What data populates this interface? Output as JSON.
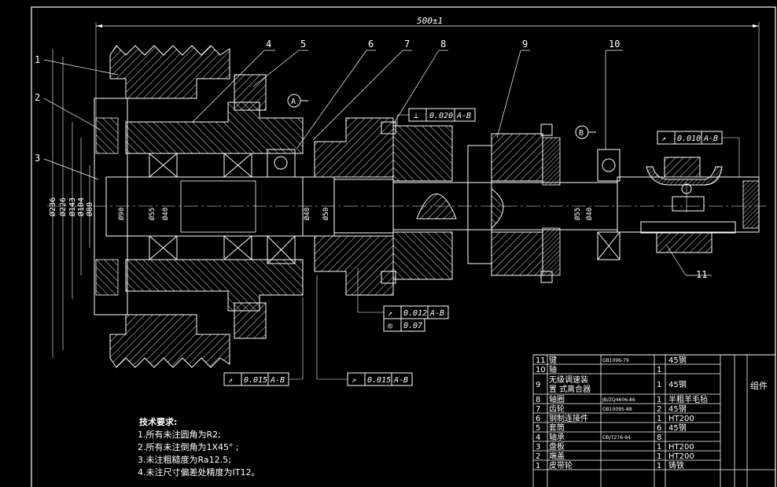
{
  "drawing": {
    "overall_dimension": "500±1",
    "left_diameters": [
      "Ø236",
      "Ø226",
      "Ø143",
      "Ø104",
      "Ø80"
    ],
    "bore_diameters": [
      "Ø90",
      "Ø55",
      "Ø40",
      "Ø40",
      "Ø50",
      "Ø55",
      "Ø40"
    ],
    "datum_a": "A",
    "datum_b": "B",
    "balloons": [
      "1",
      "2",
      "3",
      "4",
      "5",
      "6",
      "7",
      "8",
      "9",
      "10",
      "11"
    ],
    "tolerances": [
      {
        "symbol": "⊥",
        "value": "0.020",
        "datum": "A-B"
      },
      {
        "symbol": "↗",
        "value": "0.010",
        "datum": "A-B"
      },
      {
        "symbol": "↗",
        "value": "0.012",
        "datum": "A-B"
      },
      {
        "symbol": "◎",
        "value": "0.07",
        "datum": ""
      },
      {
        "symbol": "↗",
        "value": "0.015",
        "datum": "A-B"
      },
      {
        "symbol": "↗",
        "value": "0.015",
        "datum": "A-B"
      }
    ]
  },
  "tech_requirements": {
    "title": "技术要求:",
    "items": [
      "1.所有未注圆角为R2;",
      "2.所有未注倒角为1X45° ;",
      "3.未注粗糙度为Ra12.5;",
      "4.未注尺寸偏差处精度为IT12。"
    ]
  },
  "parts_table": {
    "rows": [
      {
        "no": "11",
        "name": "键",
        "code": "GB1096-79",
        "qty": "",
        "material": "45钢"
      },
      {
        "no": "10",
        "name": "轴",
        "code": "",
        "qty": "1",
        "material": ""
      },
      {
        "no": "9",
        "name": "无级调速装置 式离合器",
        "code": "",
        "qty": "1",
        "material": "45钢"
      },
      {
        "no": "8",
        "name": "轴圈",
        "code": "JB/ZQ4606-86",
        "qty": "1",
        "material": "半粗羊毛毡"
      },
      {
        "no": "7",
        "name": "齿轮",
        "code": "GB10095-88",
        "qty": "2",
        "material": "45钢"
      },
      {
        "no": "6",
        "name": "钢制连接件",
        "code": "",
        "qty": "1",
        "material": "HT200"
      },
      {
        "no": "5",
        "name": "套筒",
        "code": "",
        "qty": "6",
        "material": "45钢"
      },
      {
        "no": "4",
        "name": "轴承",
        "code": "GB/T276-94",
        "qty": "8",
        "material": ""
      },
      {
        "no": "3",
        "name": "盘板",
        "code": "",
        "qty": "1",
        "material": "HT200"
      },
      {
        "no": "2",
        "name": "端盖",
        "code": "",
        "qty": "1",
        "material": "HT200"
      },
      {
        "no": "1",
        "name": "皮带轮",
        "code": "",
        "qty": "1",
        "material": "铸铁"
      }
    ],
    "group_label": "组件"
  }
}
